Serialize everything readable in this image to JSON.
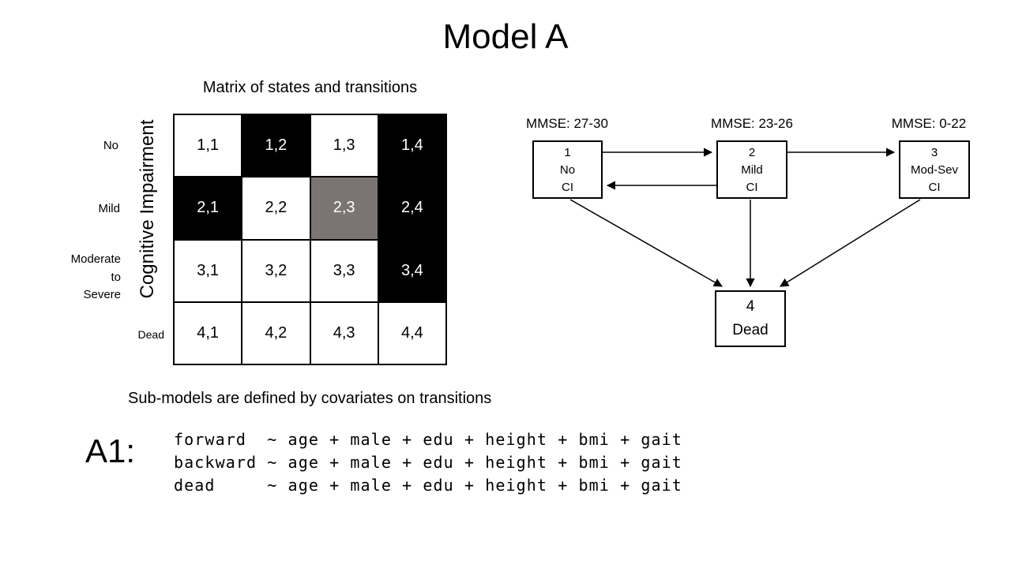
{
  "title": "Model A",
  "matrix": {
    "heading": "Matrix of states and transitions",
    "axis_label": "Cognitive Impairment",
    "row_labels": {
      "no": "No",
      "mild": "Mild",
      "modsev": "Moderate\nto\nSevere",
      "dead": "Dead"
    },
    "cells": [
      {
        "label": "1,1",
        "bg": "white"
      },
      {
        "label": "1,2",
        "bg": "black"
      },
      {
        "label": "1,3",
        "bg": "white"
      },
      {
        "label": "1,4",
        "bg": "black"
      },
      {
        "label": "2,1",
        "bg": "black"
      },
      {
        "label": "2,2",
        "bg": "white"
      },
      {
        "label": "2,3",
        "bg": "gray"
      },
      {
        "label": "2,4",
        "bg": "black"
      },
      {
        "label": "3,1",
        "bg": "white"
      },
      {
        "label": "3,2",
        "bg": "white"
      },
      {
        "label": "3,3",
        "bg": "white"
      },
      {
        "label": "3,4",
        "bg": "black"
      },
      {
        "label": "4,1",
        "bg": "white"
      },
      {
        "label": "4,2",
        "bg": "white"
      },
      {
        "label": "4,3",
        "bg": "white"
      },
      {
        "label": "4,4",
        "bg": "white"
      }
    ]
  },
  "diagram": {
    "mmse_labels": [
      "MMSE: 27-30",
      "MMSE: 23-26",
      "MMSE: 0-22"
    ],
    "states": [
      {
        "num": "1",
        "name": "No",
        "suffix": "CI"
      },
      {
        "num": "2",
        "name": "Mild",
        "suffix": "CI"
      },
      {
        "num": "3",
        "name": "Mod-Sev",
        "suffix": "CI"
      },
      {
        "num": "4",
        "name": "Dead",
        "suffix": ""
      }
    ]
  },
  "submodels": {
    "heading": "Sub-models are defined by covariates on transitions",
    "label": "A1:",
    "formulas": [
      "forward  ~ age + male + edu + height + bmi + gait",
      "backward ~ age + male + edu + height + bmi + gait",
      "dead     ~ age + male + edu + height + bmi + gait"
    ]
  },
  "colors": {
    "black": "#000000",
    "gray": "#7a7473",
    "white": "#ffffff"
  }
}
